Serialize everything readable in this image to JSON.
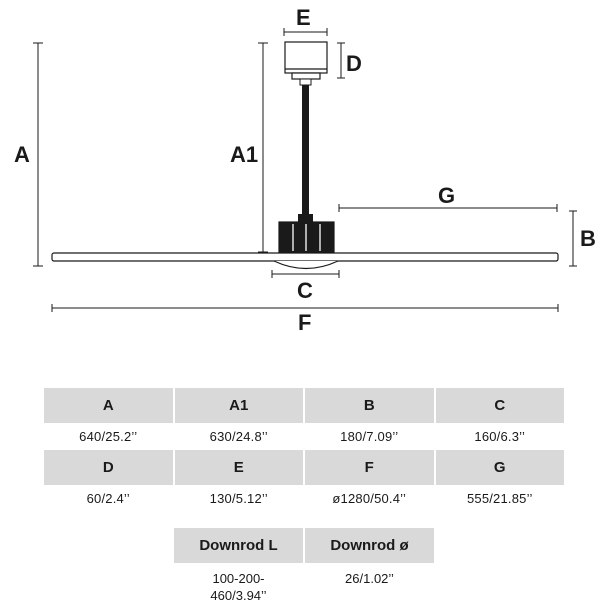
{
  "diagram": {
    "labels": {
      "A": "A",
      "A1": "A1",
      "B": "B",
      "C": "C",
      "D": "D",
      "E": "E",
      "F": "F",
      "G": "G"
    }
  },
  "specs": {
    "row1": [
      {
        "head": "A",
        "value": "640/25.2’’"
      },
      {
        "head": "A1",
        "value": "630/24.8’’"
      },
      {
        "head": "B",
        "value": "180/7.09’’"
      },
      {
        "head": "C",
        "value": "160/6.3’’"
      }
    ],
    "row2": [
      {
        "head": "D",
        "value": "60/2.4’’"
      },
      {
        "head": "E",
        "value": "130/5.12’’"
      },
      {
        "head": "F",
        "value": "ø1280/50.4’’"
      },
      {
        "head": "G",
        "value": "555/21.85’’"
      }
    ],
    "downrod": [
      {
        "head": "Downrod L",
        "value_line1": "100-200-",
        "value_line2": "460/3.94’’"
      },
      {
        "head": "Downrod ø",
        "value_line1": "26/1.02’’",
        "value_line2": ""
      }
    ]
  }
}
